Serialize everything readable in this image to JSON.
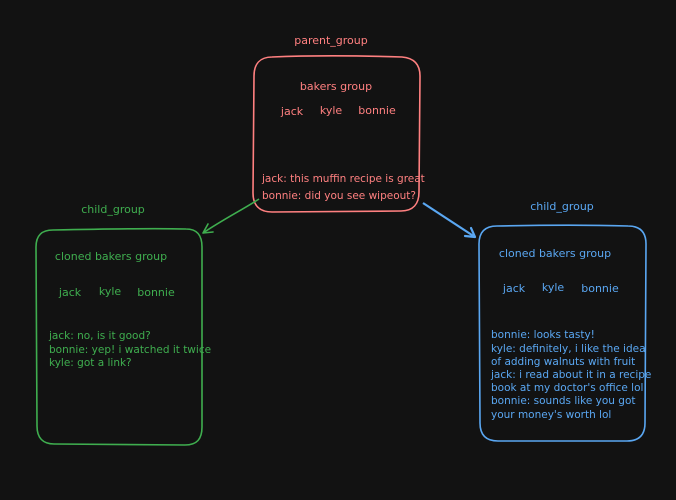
{
  "colors": {
    "background": "#121212",
    "parent": "#ff8080",
    "child_left": "#3fae4f",
    "child_right": "#5aa7f2"
  },
  "parent": {
    "title": "parent_group",
    "name": "bakers group",
    "members": [
      "jack",
      "kyle",
      "bonnie"
    ],
    "messages": [
      "jack: this muffin recipe is great",
      "bonnie: did you see wipeout?"
    ]
  },
  "child_left": {
    "title": "child_group",
    "name": "cloned bakers group",
    "members": [
      "jack",
      "kyle",
      "bonnie"
    ],
    "messages": [
      "jack: no, is it good?",
      "bonnie: yep! i watched it twice",
      "kyle: got a link?"
    ]
  },
  "child_right": {
    "title": "child_group",
    "name": "cloned bakers group",
    "members": [
      "jack",
      "kyle",
      "bonnie"
    ],
    "messages": [
      "bonnie: looks tasty!",
      "kyle: definitely, i like the idea",
      "of adding walnuts with fruit",
      "jack: i read about it in a recipe",
      "book at my doctor's office lol",
      "bonnie: sounds like you got",
      "your money's worth lol"
    ]
  }
}
